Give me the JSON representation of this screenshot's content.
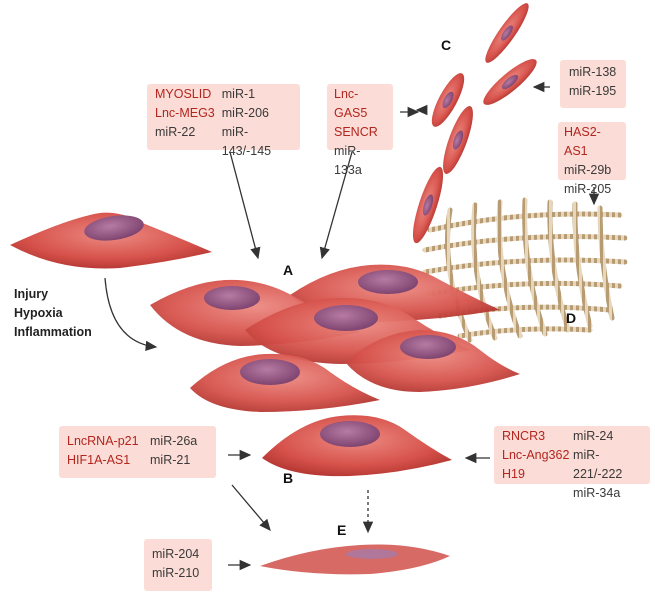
{
  "panels": {
    "A": "A",
    "B": "B",
    "C": "C",
    "D": "D",
    "E": "E"
  },
  "stimuli": [
    "Injury",
    "Hypoxia",
    "Inflammation"
  ],
  "box_a_left": {
    "col1": [
      "MYOSLID",
      "Lnc-MEG3",
      "miR-22"
    ],
    "col2": [
      "miR-1",
      "miR-206",
      "miR-143/-145"
    ]
  },
  "box_a_right": {
    "col1": [
      "Lnc-GAS5",
      "SENCR",
      "miR-133a"
    ]
  },
  "box_c": {
    "col1": [
      "miR-138",
      "miR-195"
    ]
  },
  "box_d": {
    "col1": [
      "HAS2-AS1",
      "miR-29b",
      "miR-205"
    ]
  },
  "box_b_left": {
    "col1": [
      "LncRNA-p21",
      "HIF1A-AS1"
    ],
    "col2": [
      "miR-26a",
      "miR-21"
    ]
  },
  "box_b_right": {
    "col1": [
      "RNCR3",
      "Lnc-Ang362",
      "H19"
    ],
    "col2": [
      "miR-24",
      "miR-221/-222",
      "miR-34a"
    ]
  },
  "box_e": {
    "col1": [
      "miR-204",
      "miR-210"
    ]
  },
  "colors": {
    "lncrna_text": "#b3261e",
    "mirna_text": "#3a3a3a",
    "box_fill": "#fbdcd6",
    "cell_fill": "#d9574f",
    "nucleus_fill": "#9a5a86"
  }
}
